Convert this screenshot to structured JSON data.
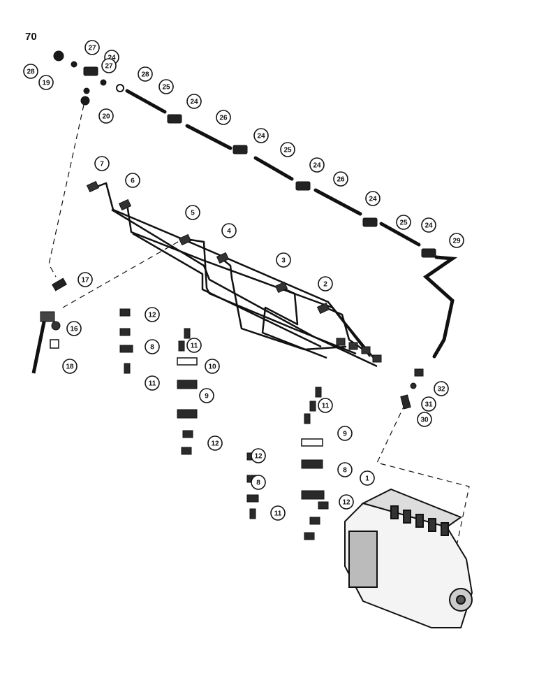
{
  "page": {
    "number": "70"
  },
  "callouts": [
    {
      "label": "28"
    },
    {
      "label": "27"
    },
    {
      "label": "24"
    },
    {
      "label": "27"
    },
    {
      "label": "28"
    },
    {
      "label": "19"
    },
    {
      "label": "20"
    },
    {
      "label": "25"
    },
    {
      "label": "24"
    },
    {
      "label": "26"
    },
    {
      "label": "24"
    },
    {
      "label": "25"
    },
    {
      "label": "24"
    },
    {
      "label": "26"
    },
    {
      "label": "24"
    },
    {
      "label": "25"
    },
    {
      "label": "24"
    },
    {
      "label": "29"
    },
    {
      "label": "7"
    },
    {
      "label": "6"
    },
    {
      "label": "5"
    },
    {
      "label": "4"
    },
    {
      "label": "3"
    },
    {
      "label": "2"
    },
    {
      "label": "17"
    },
    {
      "label": "16"
    },
    {
      "label": "18"
    },
    {
      "label": "12"
    },
    {
      "label": "8"
    },
    {
      "label": "11"
    },
    {
      "label": "11"
    },
    {
      "label": "10"
    },
    {
      "label": "9"
    },
    {
      "label": "12"
    },
    {
      "label": "11"
    },
    {
      "label": "9"
    },
    {
      "label": "8"
    },
    {
      "label": "12"
    },
    {
      "label": "8"
    },
    {
      "label": "11"
    },
    {
      "label": "12"
    },
    {
      "label": "1"
    },
    {
      "label": "32"
    },
    {
      "label": "31"
    },
    {
      "label": "30"
    }
  ]
}
